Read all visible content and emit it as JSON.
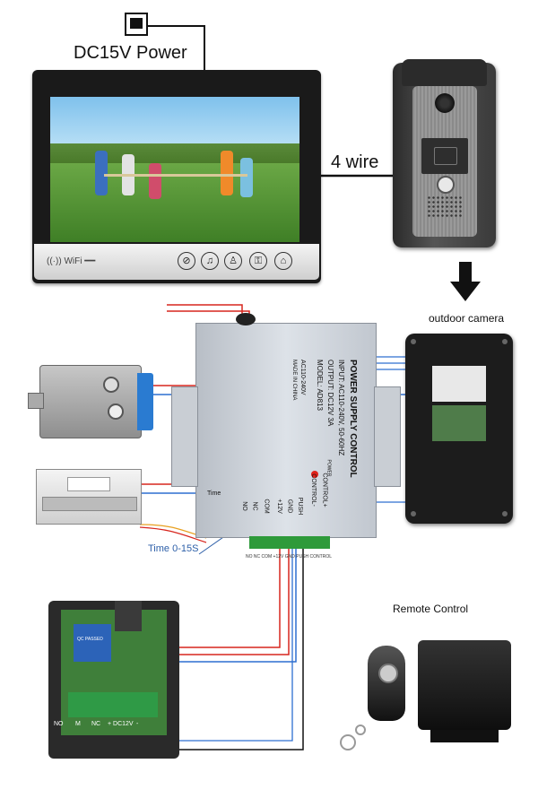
{
  "labels": {
    "power": "DC15V Power",
    "wire": "4 wire",
    "outdoor_camera": "outdoor camera",
    "time": "Time 0-15S",
    "remote_control": "Remote Control",
    "monitor_wifi": "WiFi"
  },
  "power_supply": {
    "title": "POWER SUPPLY CONTROL",
    "input": "INPUT: AC110-240V, 50-60HZ",
    "output": "OUTPUT: DC12V 3A",
    "model": "MODEL: AD813",
    "ac_label": "AC110-240V",
    "made_in": "MADE IN CHINA",
    "left_terminals": [
      "Time",
      "NO",
      "NC",
      "COM",
      "+12V",
      "GND",
      "PUSH",
      "CONTROL-",
      "CONTROL+"
    ],
    "terminal_strip": "NO NC COM +12V GND PUSH CONTROL",
    "led_label": "POWER"
  },
  "relay_board": {
    "terminal_labels": [
      "NO",
      "M",
      "NC",
      "+ DC12V",
      "-"
    ],
    "relay_text": "QC PASSED"
  },
  "colors": {
    "red_wire": "#d7261e",
    "blue_wire": "#2d6fd1",
    "black_wire": "#111111",
    "time_label": "#2d5fa8"
  }
}
